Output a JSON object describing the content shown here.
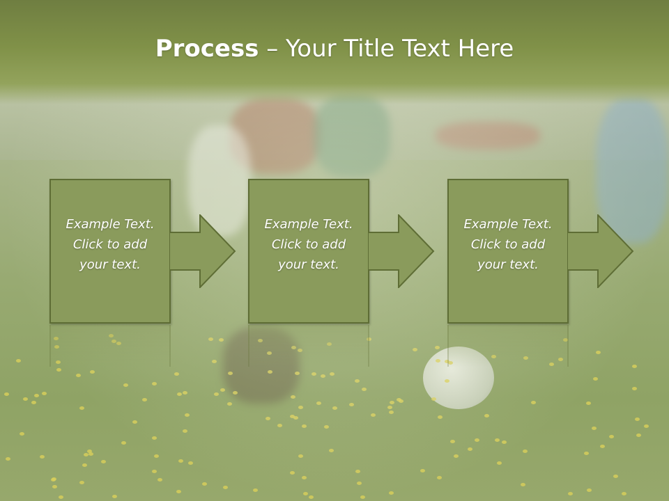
{
  "slide": {
    "title_bold": "Process",
    "title_rest": " – Your Title Text Here",
    "steps": [
      {
        "text": "Example Text.\nClick  to add\nyour text."
      },
      {
        "text": "Example Text.\nClick  to add\nyour text."
      },
      {
        "text": "Example Text.\nClick  to add\nyour text."
      }
    ]
  },
  "colors": {
    "box_fill": "#8a9b5c",
    "box_border": "#5e6d35",
    "title_band": "#7a8b45",
    "text": "#ffffff"
  }
}
